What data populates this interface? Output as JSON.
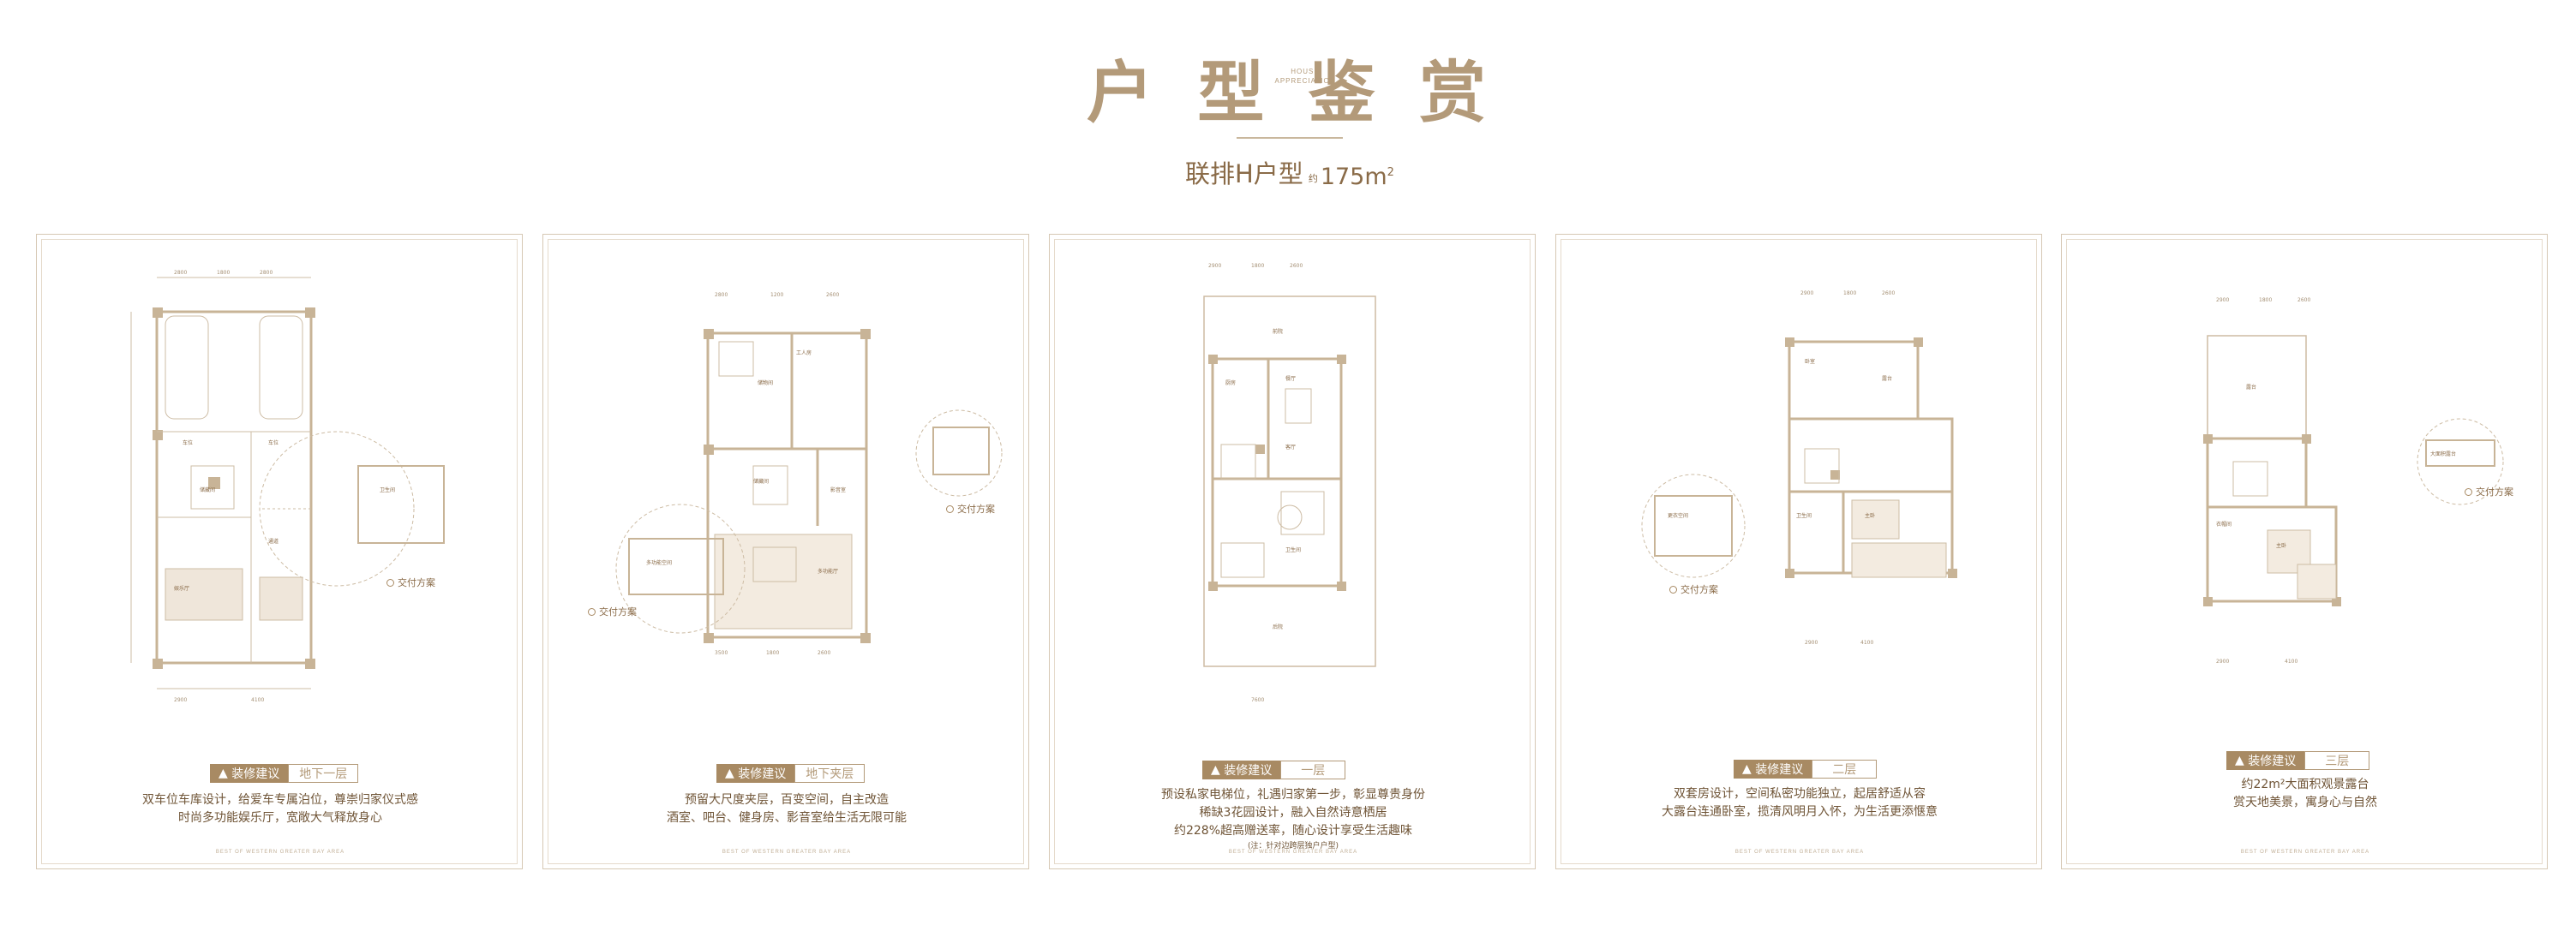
{
  "header": {
    "title_chars": [
      "户",
      "型",
      "鉴",
      "赏"
    ],
    "title_en_line1": "HOUSE",
    "title_en_line2": "APPRECIATION",
    "subtitle_type": "联排H户型",
    "subtitle_about": "约",
    "subtitle_area": "175m",
    "subtitle_sup": "2"
  },
  "panels": [
    {
      "tag_label": "装修建议",
      "floor": "地下一层",
      "callout": "交付方案",
      "lines": [
        "双车位车库设计，给爱车专属泊位，尊崇归家仪式感",
        "时尚多功能娱乐厅，宽敞大气释放身心"
      ],
      "footer": "BEST OF WESTERN GREATER BAY AREA"
    },
    {
      "tag_label": "装修建议",
      "floor": "地下夹层",
      "callout_left": "交付方案",
      "callout_right": "交付方案",
      "lines": [
        "预留大尺度夹层，百变空间，自主改造",
        "酒室、吧台、健身房、影音室给生活无限可能"
      ],
      "footer": "BEST OF WESTERN GREATER BAY AREA"
    },
    {
      "tag_label": "装修建议",
      "floor": "一层",
      "lines": [
        "预设私家电梯位，礼遇归家第一步，彰显尊贵身份",
        "稀缺3花园设计，融入自然诗意栖居",
        "约228%超高赠送率，随心设计享受生活趣味"
      ],
      "note": "(注：针对边跨层独户户型)",
      "footer": "BEST OF WESTERN GREATER BAY AREA"
    },
    {
      "tag_label": "装修建议",
      "floor": "二层",
      "callout": "交付方案",
      "lines": [
        "双套房设计，空间私密功能独立，起居舒适从容",
        "大露台连通卧室，揽清风明月入怀，为生活更添惬意"
      ],
      "footer": "BEST OF WESTERN GREATER BAY AREA"
    },
    {
      "tag_label": "装修建议",
      "floor": "三层",
      "callout": "交付方案",
      "lines": [
        "约22m²大面积观景露台",
        "赏天地美景，寓身心与自然"
      ],
      "footer": "BEST OF WESTERN GREATER BAY AREA"
    }
  ],
  "colors": {
    "accent": "#a88a63",
    "title": "#b39a79",
    "text": "#6f5436",
    "border": "#d6c8b4"
  }
}
